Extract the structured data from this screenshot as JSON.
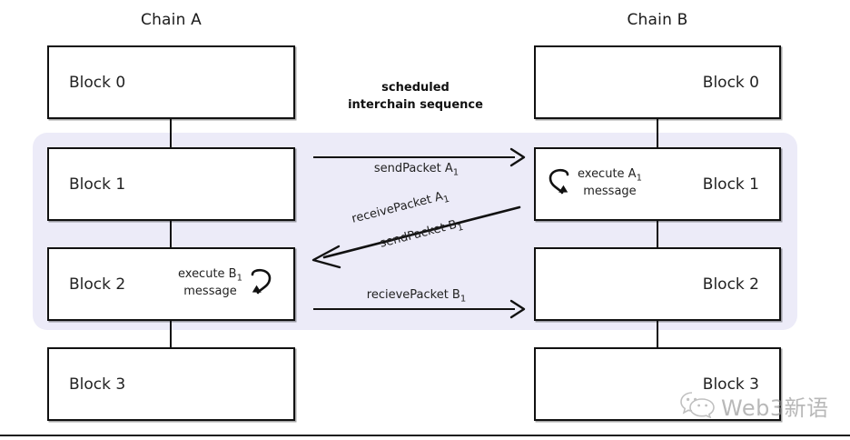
{
  "diagram": {
    "title_left": "Chain A",
    "title_right": "Chain B",
    "highlight_color": "#ecebf8",
    "line_color": "#111111",
    "center_note": "scheduled\ninterchain sequence",
    "center_note_line1": "scheduled",
    "center_note_line2": "interchain sequence"
  },
  "chain_a": {
    "name": "Chain A",
    "blocks": [
      {
        "label": "Block 0"
      },
      {
        "label": "Block 1"
      },
      {
        "label": "Block 2"
      },
      {
        "label": "Block 3"
      }
    ],
    "annotation": {
      "line1": "execute B",
      "line1_sub": "1",
      "line2": "message",
      "icon": "curved-arrow-clockwise-icon",
      "in_block": "Block 2"
    }
  },
  "chain_b": {
    "name": "Chain B",
    "blocks": [
      {
        "label": "Block 0"
      },
      {
        "label": "Block 1"
      },
      {
        "label": "Block 2"
      },
      {
        "label": "Block 3"
      }
    ],
    "annotation": {
      "line1": "execute A",
      "line1_sub": "1",
      "line2": "message",
      "icon": "curved-arrow-counterclockwise-icon",
      "in_block": "Block 1"
    }
  },
  "arrows": [
    {
      "id": "send-packet-a1",
      "label": "sendPacket A",
      "label_sub": "1",
      "direction": "a-to-b",
      "style": "straight",
      "label_position": "below"
    },
    {
      "id": "receive-packet-a1-send-packet-b1",
      "label_top": "receivePacket A",
      "label_top_sub": "1",
      "label_bottom": "sendPacket B",
      "label_bottom_sub": "1",
      "direction": "b-to-a",
      "style": "diagonal",
      "angle_deg": -14.3
    },
    {
      "id": "recieve-packet-b1",
      "label": "recievePacket B",
      "label_sub": "1",
      "direction": "a-to-b",
      "style": "straight",
      "label_position": "above"
    }
  ],
  "watermark": {
    "text": "Web3新语",
    "icon": "wechat-logo-icon"
  }
}
